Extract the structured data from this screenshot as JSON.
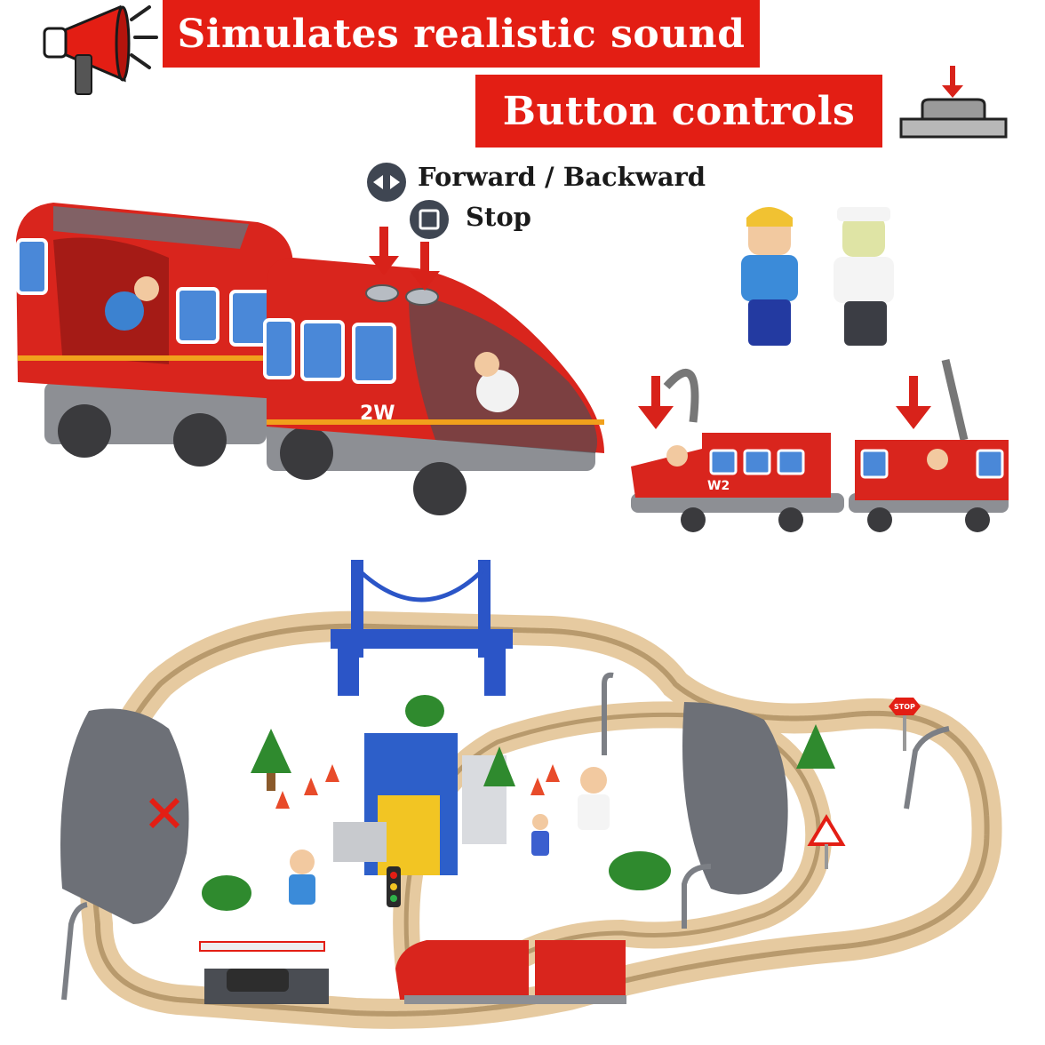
{
  "banners": {
    "sound": "Simulates realistic sound",
    "button": "Button controls"
  },
  "legend": {
    "forward_backward": "Forward / Backward",
    "stop": "Stop"
  },
  "train_labels": {
    "big_train": "2W",
    "small_train": "W2"
  },
  "signs": {
    "stop_sign": "STOP"
  },
  "icons": [
    "megaphone-icon",
    "push-button-icon",
    "forward-backward-icon",
    "stop-icon"
  ],
  "colors": {
    "banner_red": "#e31e14",
    "train_red": "#d9251d",
    "track_wood": "#e6caa0",
    "bridge_blue": "#2b55c7"
  }
}
